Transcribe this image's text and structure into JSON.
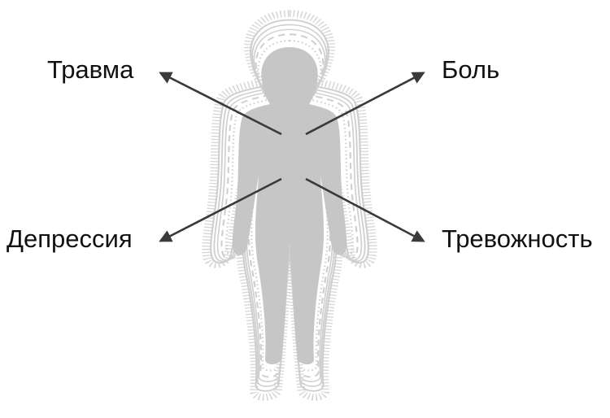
{
  "labels": {
    "top_left": "Травма",
    "top_right": "Боль",
    "bottom_left": "Депрессия",
    "bottom_right": "Тревожность"
  },
  "colors": {
    "figure": "#c6c6c6",
    "aura": "#cfcfcf",
    "arrow": "#3a3a3a",
    "text": "#111111",
    "background": "#ffffff"
  }
}
